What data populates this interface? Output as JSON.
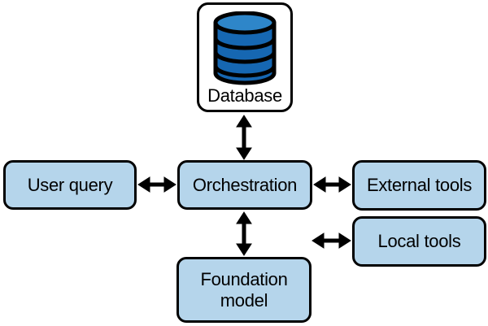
{
  "nodes": {
    "database": {
      "label": "Database",
      "icon": "database-cylinder-icon"
    },
    "user_query": {
      "label": "User query"
    },
    "orchestration": {
      "label": "Orchestration"
    },
    "external_tools": {
      "label": "External tools"
    },
    "local_tools": {
      "label": "Local tools"
    },
    "foundation_model": {
      "label": "Foundation model"
    }
  },
  "edges": [
    {
      "from": "database",
      "to": "orchestration",
      "direction": "bidirectional"
    },
    {
      "from": "user_query",
      "to": "orchestration",
      "direction": "bidirectional"
    },
    {
      "from": "orchestration",
      "to": "external_tools",
      "direction": "bidirectional"
    },
    {
      "from": "orchestration",
      "to": "local_tools",
      "direction": "bidirectional"
    },
    {
      "from": "orchestration",
      "to": "foundation_model",
      "direction": "bidirectional"
    }
  ],
  "colors": {
    "node_fill": "#b5d5eb",
    "node_border": "#000000",
    "arrow": "#000000",
    "database_box_fill": "#ffffff",
    "db_icon_body": "#1667b2",
    "db_icon_top": "#2e86c9"
  }
}
